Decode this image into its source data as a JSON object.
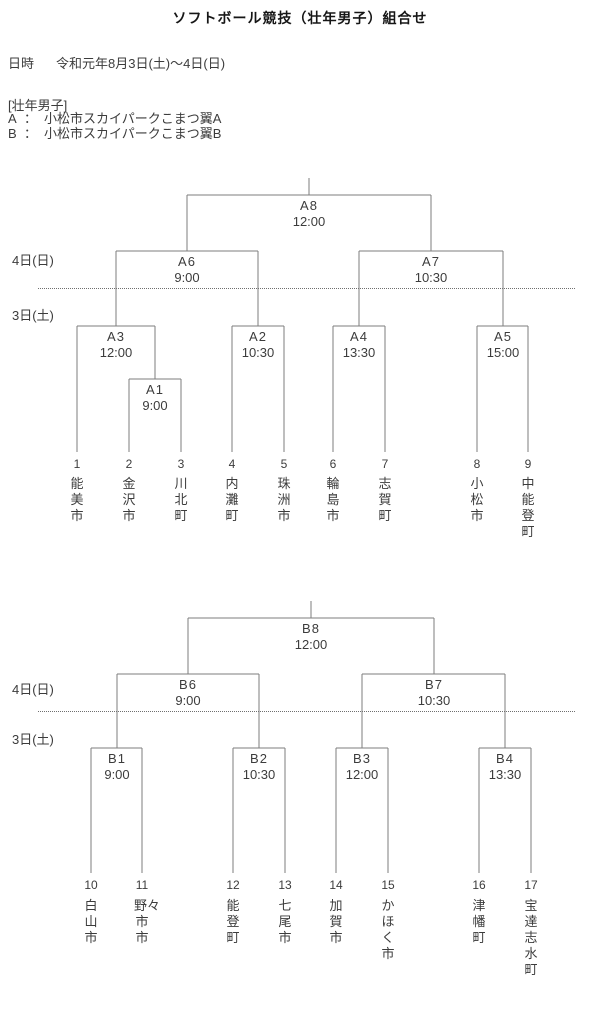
{
  "title": "ソフトボール競技（壮年男子）組合せ",
  "date_label": "日時",
  "date_value": "令和元年8月3日(土)～4日(日)",
  "category_header": "[壮年男子]",
  "legend": [
    {
      "key": "A",
      "sep": "：",
      "name": "小松市スカイパークこまつ翼A"
    },
    {
      "key": "B",
      "sep": "：",
      "name": "小松市スカイパークこまつ翼B"
    }
  ],
  "day_labels": {
    "sunday": "4日(日)",
    "saturday": "3日(土)"
  },
  "brackets": [
    {
      "id": "A",
      "teams": [
        {
          "no": "1",
          "name": "能美市"
        },
        {
          "no": "2",
          "name": "金沢市"
        },
        {
          "no": "3",
          "name": "川北町"
        },
        {
          "no": "4",
          "name": "内灘町"
        },
        {
          "no": "5",
          "name": "珠洲市"
        },
        {
          "no": "6",
          "name": "輪島市"
        },
        {
          "no": "7",
          "name": "志賀町"
        },
        {
          "no": "8",
          "name": "小松市"
        },
        {
          "no": "9",
          "name": "中能登町"
        }
      ],
      "matches": [
        {
          "id": "A1",
          "time": "9:00",
          "feeds": [
            "2",
            "3"
          ]
        },
        {
          "id": "A2",
          "time": "10:30",
          "feeds": [
            "4",
            "5"
          ]
        },
        {
          "id": "A3",
          "time": "12:00",
          "feeds": [
            "1",
            "A1"
          ]
        },
        {
          "id": "A4",
          "time": "13:30",
          "feeds": [
            "6",
            "7"
          ]
        },
        {
          "id": "A5",
          "time": "15:00",
          "feeds": [
            "8",
            "9"
          ]
        },
        {
          "id": "A6",
          "time": "9:00",
          "feeds": [
            "A3",
            "A2"
          ]
        },
        {
          "id": "A7",
          "time": "10:30",
          "feeds": [
            "A4",
            "A5"
          ]
        },
        {
          "id": "A8",
          "time": "12:00",
          "feeds": [
            "A6",
            "A7"
          ]
        }
      ]
    },
    {
      "id": "B",
      "teams": [
        {
          "no": "10",
          "name": "白山市"
        },
        {
          "no": "11",
          "name": "野々市市"
        },
        {
          "no": "12",
          "name": "能登町"
        },
        {
          "no": "13",
          "name": "七尾市"
        },
        {
          "no": "14",
          "name": "加賀市"
        },
        {
          "no": "15",
          "name": "かほく市"
        },
        {
          "no": "16",
          "name": "津幡町"
        },
        {
          "no": "17",
          "name": "宝達志水町"
        }
      ],
      "matches": [
        {
          "id": "B1",
          "time": "9:00",
          "feeds": [
            "10",
            "11"
          ]
        },
        {
          "id": "B2",
          "time": "10:30",
          "feeds": [
            "12",
            "13"
          ]
        },
        {
          "id": "B3",
          "time": "12:00",
          "feeds": [
            "14",
            "15"
          ]
        },
        {
          "id": "B4",
          "time": "13:30",
          "feeds": [
            "16",
            "17"
          ]
        },
        {
          "id": "B6",
          "time": "9:00",
          "feeds": [
            "B1",
            "B2"
          ]
        },
        {
          "id": "B7",
          "time": "10:30",
          "feeds": [
            "B3",
            "B4"
          ]
        },
        {
          "id": "B8",
          "time": "12:00",
          "feeds": [
            "B6",
            "B7"
          ]
        }
      ]
    }
  ]
}
